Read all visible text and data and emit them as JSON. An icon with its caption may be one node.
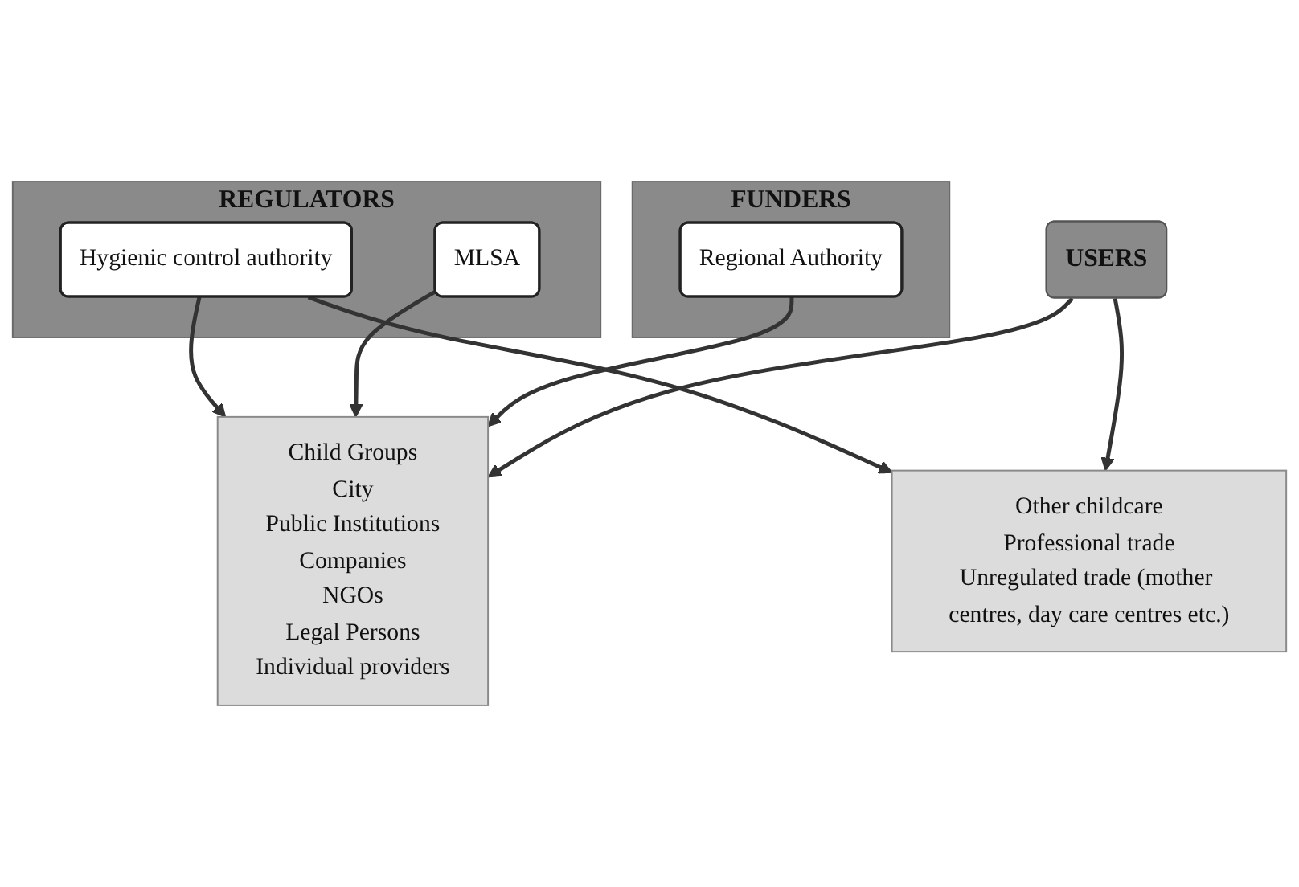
{
  "diagram": {
    "nodes": [
      {
        "text": [
          "FUNDERS"
        ]
      },
      {
        "text": [
          "Regional Authority"
        ],
        "in": 0
      },
      {
        "text": [
          "REGULATORS"
        ]
      },
      {
        "text": [
          "Hygienic control authority"
        ],
        "in": 2
      },
      {
        "text": [
          "MLSA"
        ],
        "in": 2
      },
      {
        "text": [
          "Child Groups",
          "City",
          "Public Institutions",
          "Companies",
          "NGOs",
          "Legal Persons",
          "Individual providers"
        ]
      },
      {
        "text": [
          "Other childcare",
          "Professional trade",
          "Unregulated trade (mother centres, day care centres etc.)"
        ]
      },
      {
        "text": [
          "USERS"
        ]
      }
    ],
    "edges": [
      {
        "from": 3,
        "to": 5,
        "arrow": "to"
      },
      {
        "from": 4,
        "to": 5,
        "arrow": "to"
      },
      {
        "from": 1,
        "to": 5,
        "arrow": "to"
      },
      {
        "from": 3,
        "to": 6,
        "arrow": "to"
      },
      {
        "from": 7,
        "to": 5,
        "arrow": "to"
      },
      {
        "from": 7,
        "to": 6,
        "arrow": "to"
      }
    ]
  }
}
